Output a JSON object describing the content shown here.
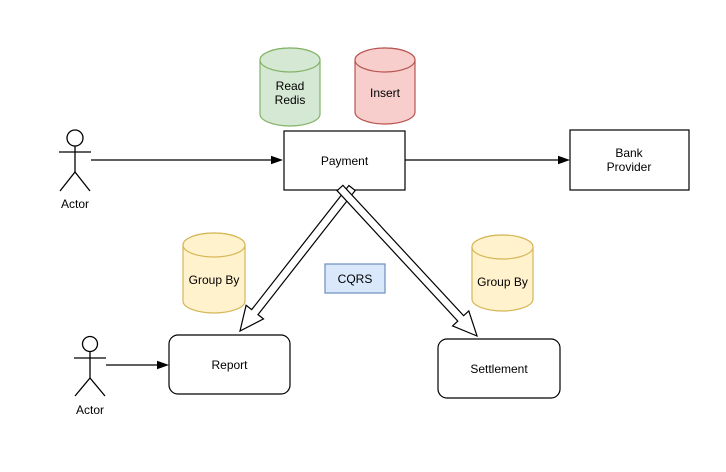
{
  "nodes": {
    "actor_top": {
      "label": "Actor",
      "shape": "actor"
    },
    "actor_bottom": {
      "label": "Actor",
      "shape": "actor"
    },
    "read_redis": {
      "label": "Read Redis",
      "shape": "cylinder"
    },
    "insert": {
      "label": "Insert",
      "shape": "cylinder"
    },
    "payment": {
      "label": "Payment",
      "shape": "rectangle"
    },
    "bank_provider": {
      "label": "Bank Provider",
      "shape": "rectangle"
    },
    "group_by_left": {
      "label": "Group By",
      "shape": "cylinder"
    },
    "group_by_right": {
      "label": "Group By",
      "shape": "cylinder"
    },
    "cqrs": {
      "label": "CQRS",
      "shape": "rectangle"
    },
    "report": {
      "label": "Report",
      "shape": "rounded-rectangle"
    },
    "settlement": {
      "label": "Settlement",
      "shape": "rounded-rectangle"
    }
  },
  "colors": {
    "green": {
      "fill": "#d5e8d4",
      "stroke": "#82b366"
    },
    "red": {
      "fill": "#f8cecc",
      "stroke": "#b85450"
    },
    "yellow": {
      "fill": "#fff2cc",
      "stroke": "#d6b656"
    },
    "blue": {
      "fill": "#dae8fc",
      "stroke": "#6c8ebf"
    },
    "box": {
      "fill": "#ffffff",
      "stroke": "#000000"
    },
    "line": "#000000",
    "text": "#000000",
    "background": "#ffffff"
  }
}
